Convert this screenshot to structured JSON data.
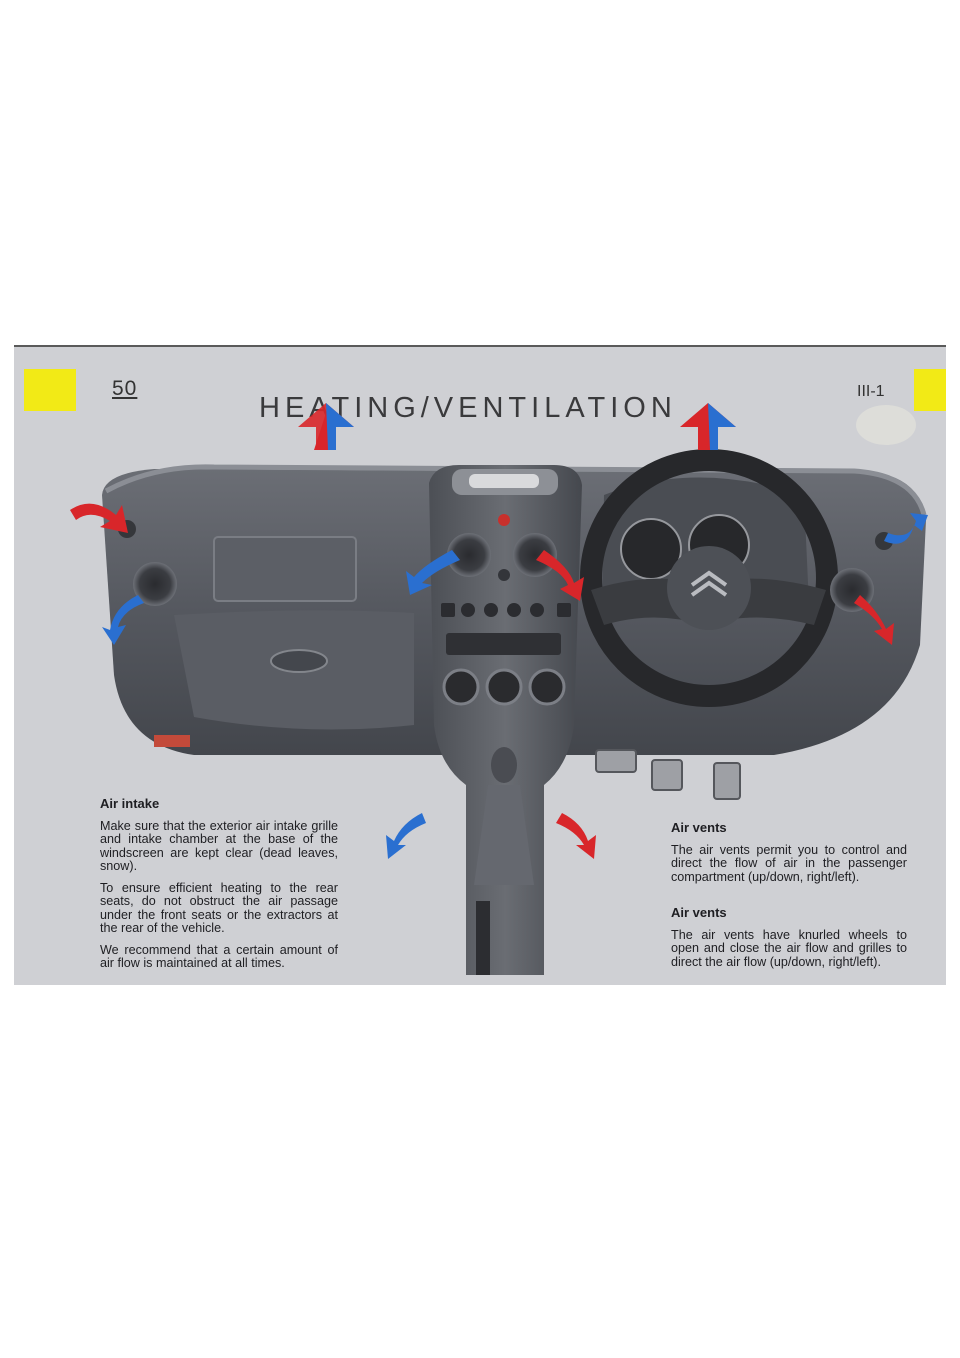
{
  "header": {
    "page_number": "50",
    "title": "HEATING/VENTILATION",
    "section_code": "III-1"
  },
  "air_intake": {
    "heading": "Air intake",
    "paragraphs": [
      "Make sure that the exterior air intake grille and intake chamber at the base of the windscreen are kept clear (dead leaves, snow).",
      "To ensure efficient heating to the rear seats, do not obstruct the air passage under the front seats or the extractors at the rear of the vehicle.",
      "We recommend that a certain amount of air flow is maintained at all times."
    ]
  },
  "air_vents_1": {
    "heading": "Air vents",
    "paragraph": "The air vents permit you to control and direct the flow of air in the passenger compartment (up/down, right/left)."
  },
  "air_vents_2": {
    "heading": "Air vents",
    "paragraph": "The air vents have knurled wheels to open and close the air flow and grilles to direct the air flow (up/down, right/left)."
  },
  "colors": {
    "tab_yellow": "#f2ea16",
    "arrow_red": "#d8262a",
    "arrow_blue": "#2a6fd0",
    "page_grey": "#cfd0d4"
  }
}
